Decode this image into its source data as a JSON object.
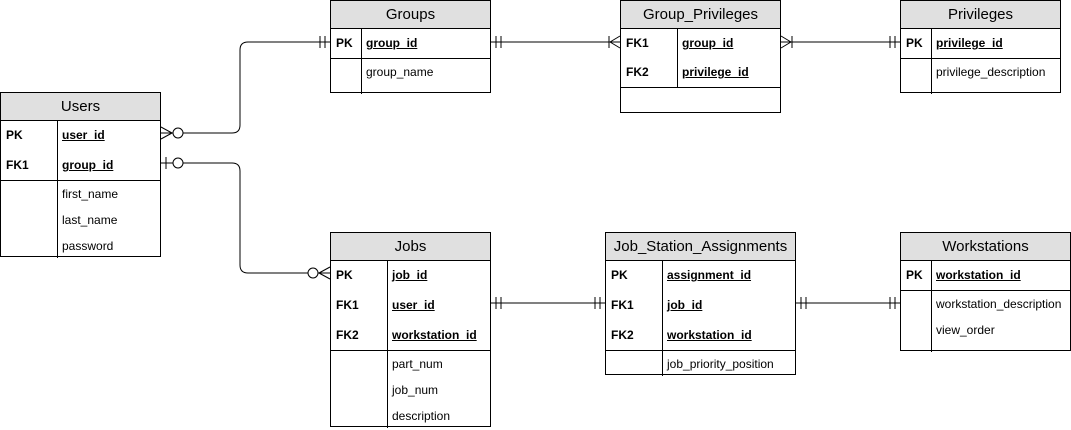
{
  "entities": {
    "groups": {
      "title": "Groups",
      "keys": [
        {
          "key": "PK",
          "name": "group_id"
        }
      ],
      "attributes": [
        "group_name"
      ]
    },
    "group_privileges": {
      "title": "Group_Privileges",
      "keys": [
        {
          "key": "FK1",
          "name": "group_id"
        },
        {
          "key": "FK2",
          "name": "privilege_id"
        }
      ],
      "attributes": []
    },
    "privileges": {
      "title": "Privileges",
      "keys": [
        {
          "key": "PK",
          "name": "privilege_id"
        }
      ],
      "attributes": [
        "privilege_description"
      ]
    },
    "users": {
      "title": "Users",
      "keys": [
        {
          "key": "PK",
          "name": "user_id"
        },
        {
          "key": "FK1",
          "name": "group_id"
        }
      ],
      "attributes": [
        "first_name",
        "last_name",
        "password"
      ]
    },
    "jobs": {
      "title": "Jobs",
      "keys": [
        {
          "key": "PK",
          "name": "job_id"
        },
        {
          "key": "FK1",
          "name": "user_id"
        },
        {
          "key": "FK2",
          "name": "workstation_id"
        }
      ],
      "attributes": [
        "part_num",
        "job_num",
        "description"
      ]
    },
    "job_station_assignments": {
      "title": "Job_Station_Assignments",
      "keys": [
        {
          "key": "PK",
          "name": "assignment_id"
        },
        {
          "key": "FK1",
          "name": "job_id"
        },
        {
          "key": "FK2",
          "name": "workstation_id"
        }
      ],
      "attributes": [
        "job_priority_position"
      ]
    },
    "workstations": {
      "title": "Workstations",
      "keys": [
        {
          "key": "PK",
          "name": "workstation_id"
        }
      ],
      "attributes": [
        "workstation_description",
        "view_order"
      ]
    }
  },
  "relationships": [
    {
      "from": "users",
      "to": "groups",
      "from_end": "zero-or-many",
      "to_end": "exactly-one"
    },
    {
      "from": "groups",
      "to": "group_privileges",
      "from_end": "exactly-one",
      "to_end": "one-or-many"
    },
    {
      "from": "group_privileges",
      "to": "privileges",
      "from_end": "one-or-many",
      "to_end": "exactly-one"
    },
    {
      "from": "users",
      "to": "jobs",
      "from_end": "zero-or-one",
      "to_end": "zero-or-many"
    },
    {
      "from": "jobs",
      "to": "job_station_assignments",
      "from_end": "exactly-one",
      "to_end": "exactly-one"
    },
    {
      "from": "job_station_assignments",
      "to": "workstations",
      "from_end": "exactly-one",
      "to_end": "exactly-one"
    }
  ]
}
